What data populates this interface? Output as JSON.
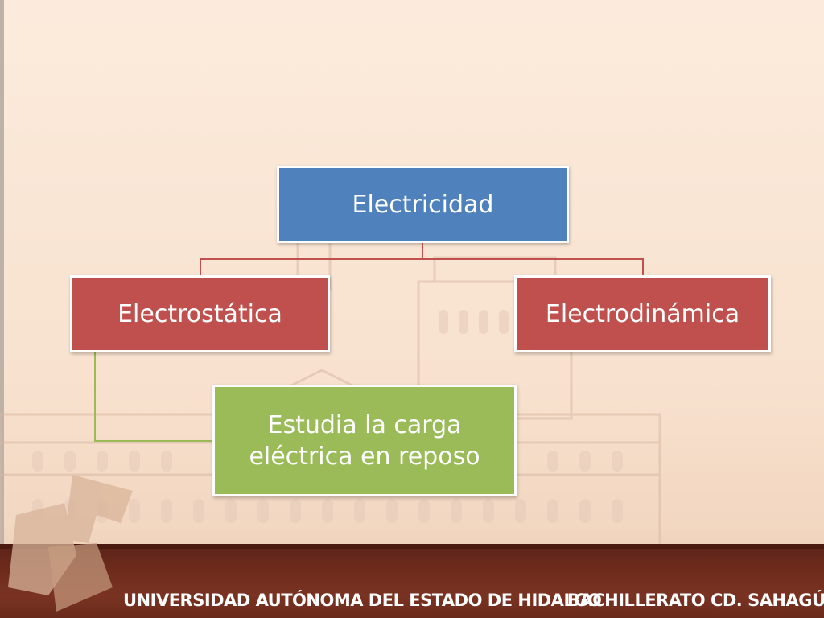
{
  "diagram": {
    "root": "Electricidad",
    "branches": [
      {
        "label": "Electrostática",
        "detail": "Estudia la carga eléctrica en reposo"
      },
      {
        "label": "Electrodinámica"
      }
    ]
  },
  "footer": {
    "institution": "UNIVERSIDAD AUTÓNOMA DEL ESTADO DE HIDALGO",
    "school": "BACHILLERATO CD. SAHAGÚN"
  },
  "colors": {
    "root": "#4f81bd",
    "branch": "#c0504d",
    "detail": "#9bbb59",
    "footer": "#6e2b1c",
    "background": "#fbe8d8"
  }
}
